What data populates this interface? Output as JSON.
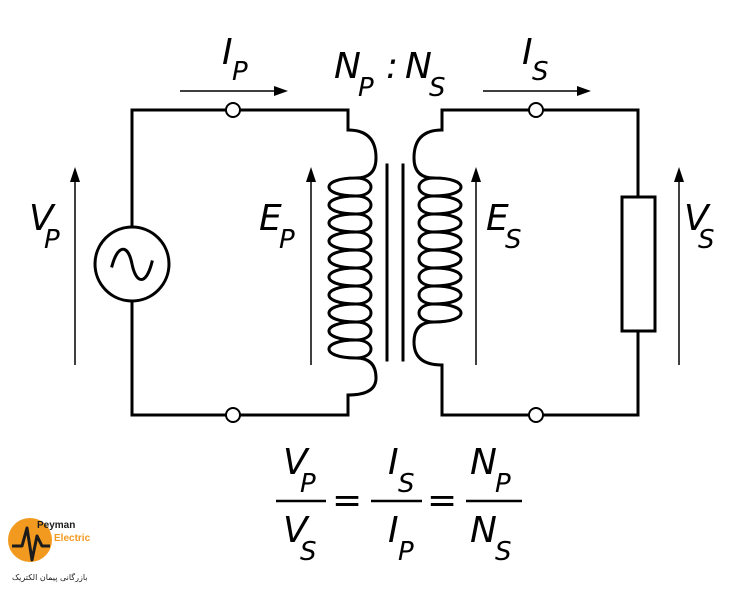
{
  "labels": {
    "primary_current": {
      "main": "I",
      "sub": "P"
    },
    "secondary_current": {
      "main": "I",
      "sub": "S"
    },
    "turns_primary": {
      "main": "N",
      "sub": "P"
    },
    "turns_separator": ":",
    "turns_secondary": {
      "main": "N",
      "sub": "S"
    },
    "primary_voltage": {
      "main": "V",
      "sub": "P"
    },
    "secondary_voltage": {
      "main": "V",
      "sub": "S"
    },
    "primary_emf": {
      "main": "E",
      "sub": "P"
    },
    "secondary_emf": {
      "main": "E",
      "sub": "S"
    }
  },
  "equation": {
    "frac1": {
      "num": {
        "main": "V",
        "sub": "P"
      },
      "den": {
        "main": "V",
        "sub": "S"
      }
    },
    "eq1": "=",
    "frac2": {
      "num": {
        "main": "I",
        "sub": "S"
      },
      "den": {
        "main": "I",
        "sub": "P"
      }
    },
    "eq2": "=",
    "frac3": {
      "num": {
        "main": "N",
        "sub": "P"
      },
      "den": {
        "main": "N",
        "sub": "S"
      }
    }
  },
  "logo": {
    "line1": "Peyman",
    "line2": "Electric",
    "tagline": "بازرگانی پیمان الکتریک",
    "colors": {
      "orange": "#f29a1f",
      "dark": "#1c1c1c",
      "blue": "#2d6fb0"
    }
  }
}
